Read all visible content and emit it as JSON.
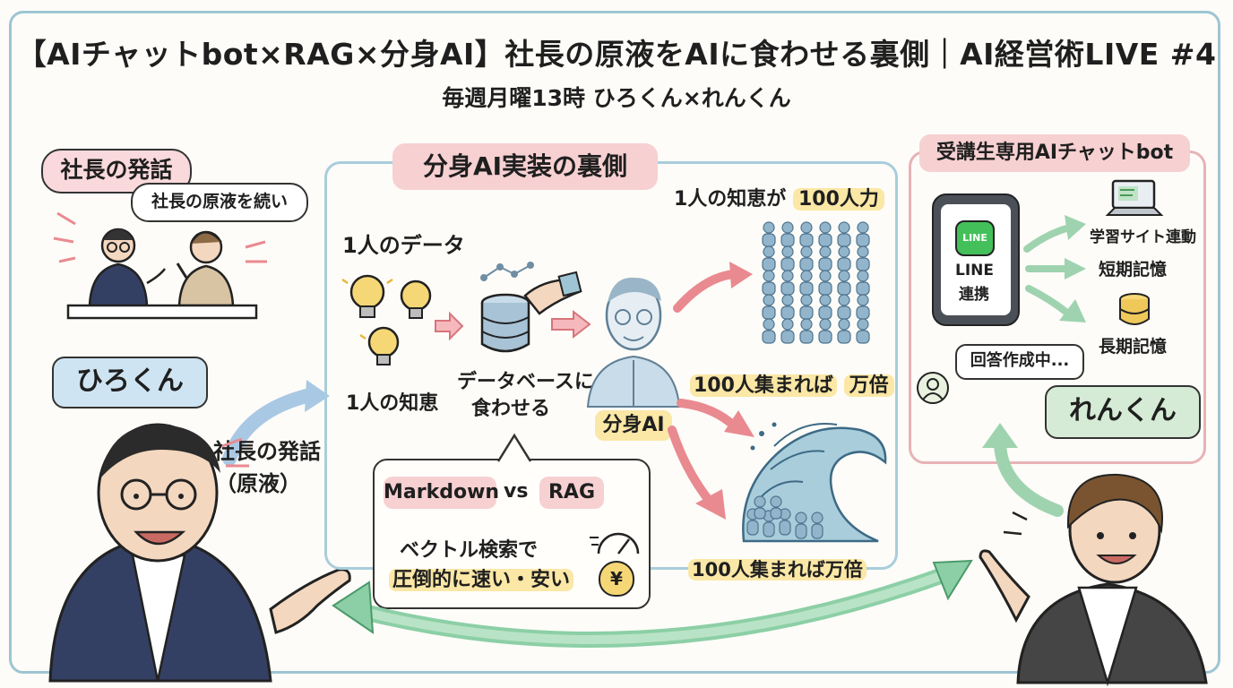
{
  "header": {
    "title": "【AIチャットbot×RAG×分身AI】社長の原液をAIに食わせる裏側｜AI経営術LIVE #4",
    "subtitle": "毎週月曜13時 ひろくん×れんくん"
  },
  "left": {
    "speech_label": "社長の発話",
    "speech_sub": "社長の原液を続い",
    "hirokun_name": "ひろくん",
    "arrow_label_line1": "社長の発話",
    "arrow_label_line2": "（原液）"
  },
  "center": {
    "panel_title": "分身AI実装の裏側",
    "data_label": "1人のデータ",
    "wisdom_label": "1人の知恵",
    "db_label_line1": "データベースに",
    "db_label_line2": "食わせる",
    "clone_label": "分身AI",
    "hundred_power_prefix": "1人の知恵が",
    "hundred_power_highlight": "100人力",
    "gather_prefix": "100人集まれば",
    "gather_highlight": "万倍",
    "gather_bottom": "100人集まれば万倍",
    "compare_markdown": "Markdown",
    "compare_vs": "vs",
    "compare_rag": "RAG",
    "vector_line1": "ベクトル検索で",
    "vector_line2": "圧倒的に速い・安い",
    "yen_symbol": "¥"
  },
  "right": {
    "panel_title": "受講生専用AIチャットbot",
    "line_app": "LINE",
    "line_link_line1": "LINE",
    "line_link_line2": "連携",
    "feature_site": "学習サイト連動",
    "feature_short": "短期記憶",
    "feature_long": "長期記憶",
    "typing": "回答作成中...",
    "renkun_name": "れんくん"
  },
  "colors": {
    "frame": "#9ec5d3",
    "center_panel": "#a9cddb",
    "right_panel": "#e7b3b6",
    "pink_pill": "#f7d0d2",
    "yellow_highlight": "#fbe7a6",
    "blue_bubble": "#cfe4f2",
    "green_bubble": "#d5ebd6",
    "arrow_pink": "#e98a90",
    "arrow_green": "#9fd3b0",
    "arrow_blue": "#a9c8e4",
    "people_blue": "#93b5cc",
    "jacket": "#344063"
  }
}
